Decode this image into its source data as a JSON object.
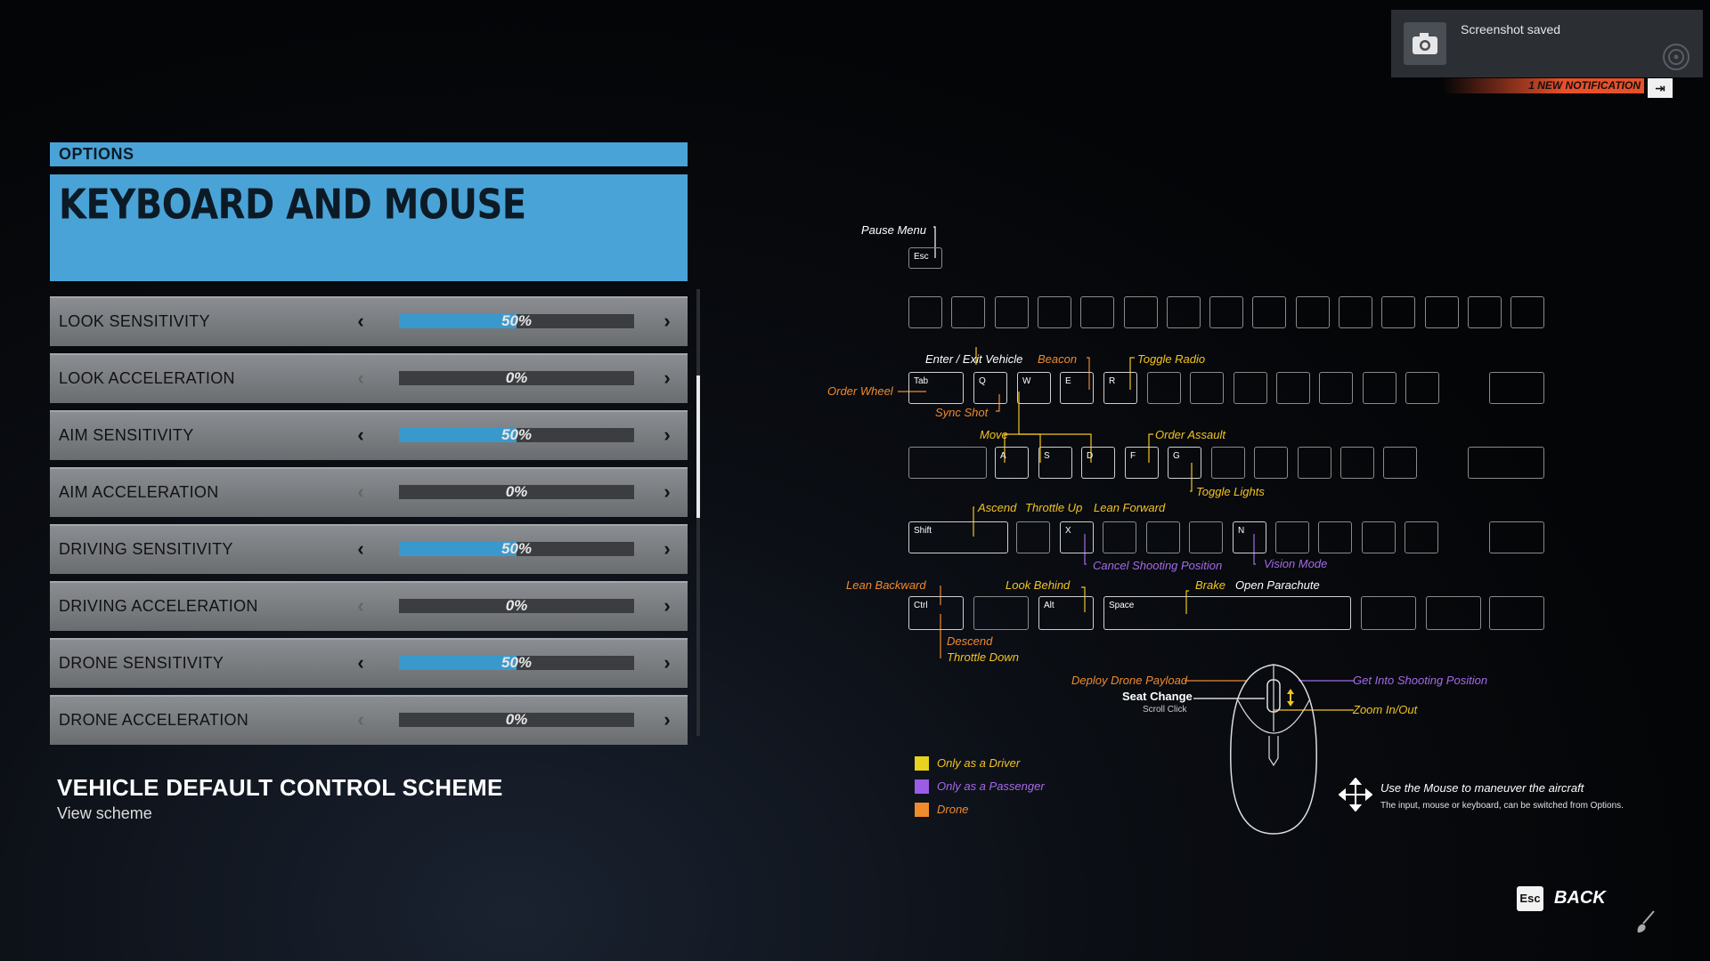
{
  "header": {
    "section": "OPTIONS",
    "title": "KEYBOARD AND MOUSE"
  },
  "settings": [
    {
      "label": "LOOK SENSITIVITY",
      "value": "50%",
      "fill": 0.5,
      "left_enabled": true
    },
    {
      "label": "LOOK ACCELERATION",
      "value": "0%",
      "fill": 0,
      "left_enabled": false
    },
    {
      "label": "AIM SENSITIVITY",
      "value": "50%",
      "fill": 0.5,
      "left_enabled": true
    },
    {
      "label": "AIM ACCELERATION",
      "value": "0%",
      "fill": 0,
      "left_enabled": false
    },
    {
      "label": "DRIVING SENSITIVITY",
      "value": "50%",
      "fill": 0.5,
      "left_enabled": true
    },
    {
      "label": "DRIVING ACCELERATION",
      "value": "0%",
      "fill": 0,
      "left_enabled": false
    },
    {
      "label": "DRONE SENSITIVITY",
      "value": "50%",
      "fill": 0.5,
      "left_enabled": true
    },
    {
      "label": "DRONE ACCELERATION",
      "value": "0%",
      "fill": 0,
      "left_enabled": false
    }
  ],
  "arrows": {
    "left": "‹",
    "right": "›"
  },
  "scheme": {
    "title": "VEHICLE DEFAULT CONTROL SCHEME",
    "subtitle": "View scheme"
  },
  "keys": {
    "esc": "Esc",
    "tab": "Tab",
    "q": "Q",
    "w": "W",
    "e": "E",
    "r": "R",
    "a": "A",
    "s": "S",
    "d": "D",
    "f": "F",
    "g": "G",
    "shift": "Shift",
    "x": "X",
    "n": "N",
    "ctrl": "Ctrl",
    "alt": "Alt",
    "space": "Space"
  },
  "labels": {
    "pause_menu": "Pause Menu",
    "enter_exit": "Enter / Exit Vehicle",
    "beacon": "Beacon",
    "toggle_radio": "Toggle Radio",
    "order_wheel": "Order Wheel",
    "sync_shot": "Sync Shot",
    "move": "Move",
    "order_assault": "Order Assault",
    "toggle_lights": "Toggle Lights",
    "ascend": "Ascend",
    "throttle_up": "Throttle Up",
    "lean_forward": "Lean Forward",
    "cancel_shooting": "Cancel Shooting Position",
    "vision_mode": "Vision Mode",
    "lean_backward": "Lean Backward",
    "look_behind": "Look Behind",
    "brake": "Brake",
    "open_parachute": "Open Parachute",
    "descend": "Descend",
    "throttle_down": "Throttle Down",
    "deploy_drone": "Deploy Drone Payload",
    "seat_change": "Seat Change",
    "scroll_click": "Scroll Click",
    "get_into_shooting": "Get Into Shooting Position",
    "zoom": "Zoom In/Out"
  },
  "legend": [
    {
      "label": "Only as a Driver",
      "color": "#e6d21f"
    },
    {
      "label": "Only as a Passenger",
      "color": "#9b5de5"
    },
    {
      "label": "Drone",
      "color": "#f08a2e"
    }
  ],
  "mouse_hint": {
    "title": "Use the Mouse to maneuver the aircraft",
    "subtitle": "The input, mouse or keyboard, can be switched from Options."
  },
  "notification": {
    "text": "Screenshot saved",
    "count_label": "1 NEW NOTIFICATION"
  },
  "back": {
    "key": "Esc",
    "label": "BACK"
  },
  "colors": {
    "accent_blue": "#4aa3d6",
    "orange": "#f08a2e",
    "yellow": "#f2c421",
    "purple": "#a56ae8"
  }
}
